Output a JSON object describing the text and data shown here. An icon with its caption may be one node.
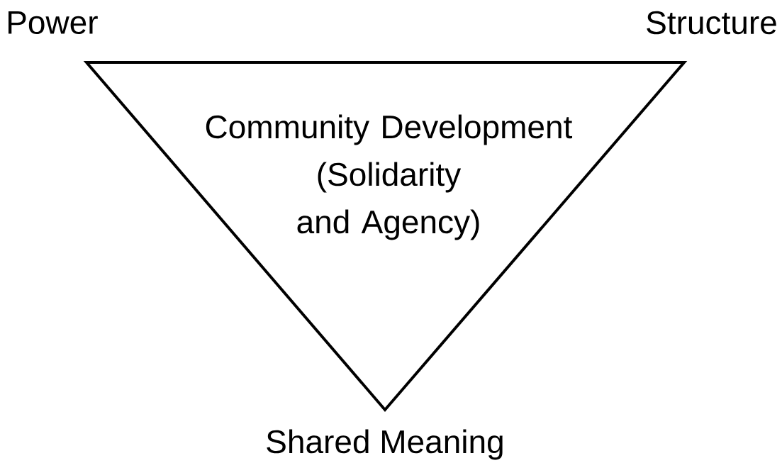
{
  "diagram": {
    "nodes": [
      {
        "text": [
          "Community Development (Solidarity and Agency)"
        ]
      }
    ],
    "labels": [
      "Power",
      "Structure",
      "Shared Meaning"
    ]
  }
}
